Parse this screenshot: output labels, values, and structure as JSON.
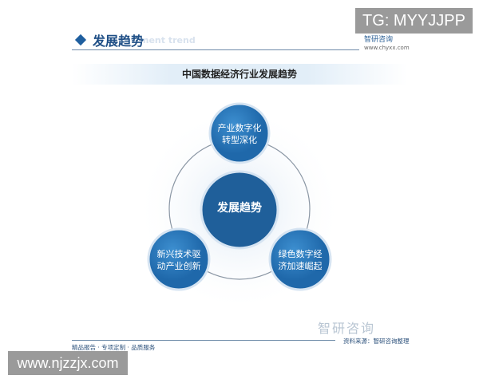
{
  "watermarks": {
    "tg": "TG: MYYJJPP",
    "site": "www.njzzjx.com"
  },
  "header": {
    "section_title": "发展趋势",
    "section_subtitle": "ment trend",
    "brand": "智研咨询",
    "brand_url": "www.chyxx.com"
  },
  "title": "中国数据经济行业发展趋势",
  "diagram": {
    "center": "发展趋势",
    "nodes": [
      {
        "lines": [
          "产业数字化",
          "转型深化"
        ]
      },
      {
        "lines": [
          "新兴技术驱",
          "动产业创新"
        ]
      },
      {
        "lines": [
          "绿色数字经",
          "济加速崛起"
        ]
      }
    ],
    "colors": {
      "primary": "#2a78b8",
      "center": "#1f5f9a",
      "ring": "#8a96a4",
      "halo": "#e6eef7"
    }
  },
  "footer": {
    "slogan": "精品报告 · 专项定制 · 品质服务",
    "watermark_brand": "智研咨询",
    "source": "资料来源：智研咨询整理"
  }
}
